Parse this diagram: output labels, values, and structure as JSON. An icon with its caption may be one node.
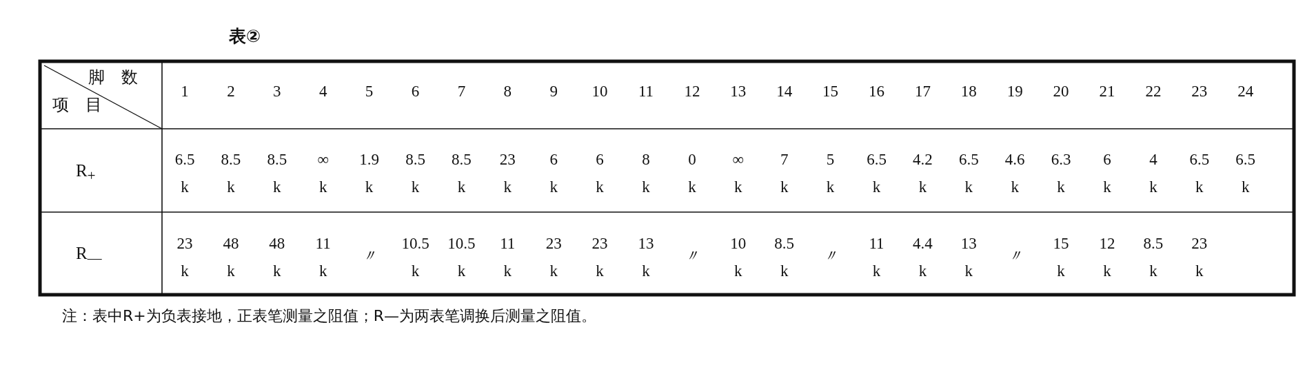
{
  "diagram": {
    "labels": [
      "表②",
      "脚数",
      "项目",
      "1",
      "2",
      "3",
      "4",
      "5",
      "6",
      "7",
      "8",
      "9",
      "10",
      "11",
      "12",
      "13",
      "14",
      "15",
      "16",
      "17",
      "18",
      "19",
      "20",
      "21",
      "22",
      "23",
      "24",
      "R$_{+}$",
      "6.5 k",
      "8.5 k",
      "8.5 k",
      "∞ k",
      "1.9 k",
      "8.5 k",
      "8.5 k",
      "23 k",
      "6 k",
      "6 k",
      "8 k",
      "0 k",
      "∞ k",
      "7 k",
      "5 k",
      "6.5 k",
      "4.2 k",
      "6.5 k",
      "4.6 k",
      "6.3 k",
      "6 k",
      "4 k",
      "6.5 k",
      "6.5 k",
      "R$_{—}$",
      "23 k",
      "48 k",
      "48 k",
      "11 k",
      "〃",
      "10.5 k",
      "10.5 k",
      "11 k",
      "23 k",
      "23 k",
      "13 k",
      "〃",
      "10 k",
      "8.5 k",
      "〃",
      "11 k",
      "4.4 k",
      "13 k",
      "〃",
      "15 k",
      "12 k",
      "8.5 k",
      "23 k",
      "注：表中R+为负表接地，正表笔测量之阻值；R—为两表笔调换后测量之阻值。"
    ]
  }
}
